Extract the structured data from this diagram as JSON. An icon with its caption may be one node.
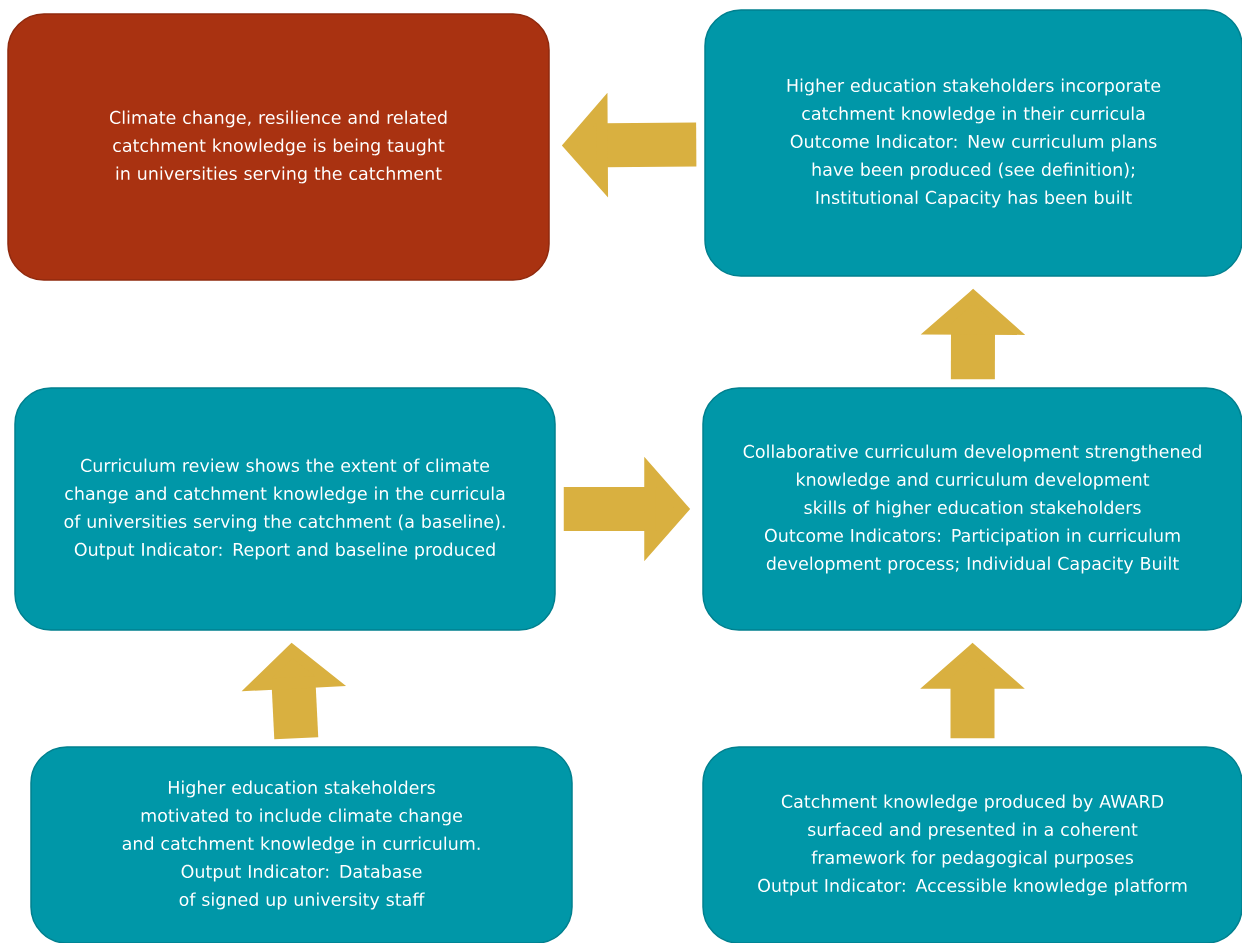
{
  "diagram": {
    "nodes": [
      {
        "text": [
          "Climate change, resilience and related catchment knowledge is being taught in universities serving the catchment"
        ]
      },
      {
        "text": [
          "Higher education stakeholders incorporate catchment knowledge in their curricula",
          "Outcome Indicator: New curriculum plans have been produced (see definition); Institutional Capacity has been built"
        ]
      },
      {
        "text": [
          "Curriculum review shows the extent of climate change and catchment knowledge in the curricula of universities serving the catchment (a baseline).",
          "Output Indicator: Report and baseline produced"
        ]
      },
      {
        "text": [
          "Collaborative curriculum development strengthened knowledge and curriculum development skills of higher education stakeholders",
          "Outcome Indicators: Participation in curriculum development process; Individual Capacity Built"
        ]
      },
      {
        "text": [
          "Higher education stakeholders motivated to include climate change and catchment knowledge in curriculum.",
          "Output Indicator: Database of signed up university staff"
        ]
      },
      {
        "text": [
          "Catchment knowledge produced by AWARD surfaced and presented in a coherent framework for pedagogical purposes",
          "Output Indicator: Accessible knowledge platform"
        ]
      }
    ],
    "edges": [
      {
        "from": 1,
        "to": 0,
        "arrow": "to"
      },
      {
        "from": 3,
        "to": 1,
        "arrow": "to"
      },
      {
        "from": 2,
        "to": 3,
        "arrow": "to"
      },
      {
        "from": 4,
        "to": 2,
        "arrow": "to"
      },
      {
        "from": 5,
        "to": 3,
        "arrow": "to"
      }
    ]
  }
}
